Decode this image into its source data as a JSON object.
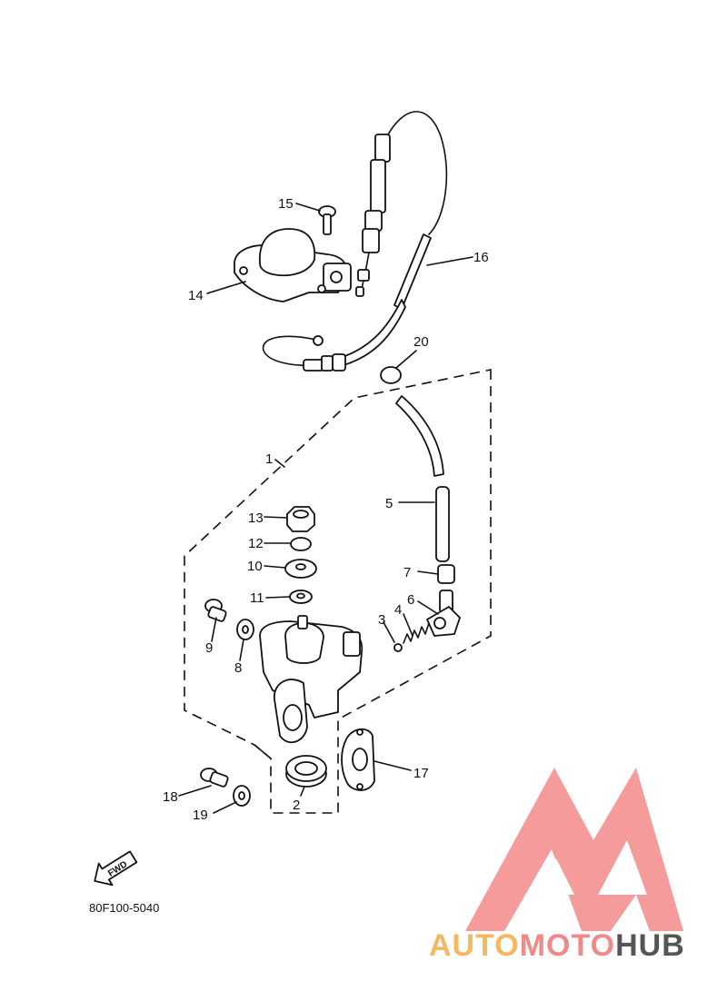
{
  "diagram": {
    "callouts": [
      {
        "id": "1",
        "label": "1"
      },
      {
        "id": "2",
        "label": "2"
      },
      {
        "id": "3",
        "label": "3"
      },
      {
        "id": "4",
        "label": "4"
      },
      {
        "id": "5",
        "label": "5"
      },
      {
        "id": "6",
        "label": "6"
      },
      {
        "id": "7",
        "label": "7"
      },
      {
        "id": "8",
        "label": "8"
      },
      {
        "id": "9",
        "label": "9"
      },
      {
        "id": "10",
        "label": "10"
      },
      {
        "id": "11",
        "label": "11"
      },
      {
        "id": "12",
        "label": "12"
      },
      {
        "id": "13",
        "label": "13"
      },
      {
        "id": "14",
        "label": "14"
      },
      {
        "id": "15",
        "label": "15"
      },
      {
        "id": "16",
        "label": "16"
      },
      {
        "id": "17",
        "label": "17"
      },
      {
        "id": "18",
        "label": "18"
      },
      {
        "id": "19",
        "label": "19"
      },
      {
        "id": "20",
        "label": "20"
      }
    ],
    "fwd_arrow_text": "FWD",
    "drawing_code": "80F100-5040"
  },
  "watermark": {
    "brand_auto": "AUTO",
    "brand_moto": "MOTO",
    "brand_hub": "HUB",
    "colors": {
      "auto": "#f4b860",
      "moto": "#f08a8a",
      "hub": "#555555",
      "logo": "#f27a7a"
    }
  }
}
